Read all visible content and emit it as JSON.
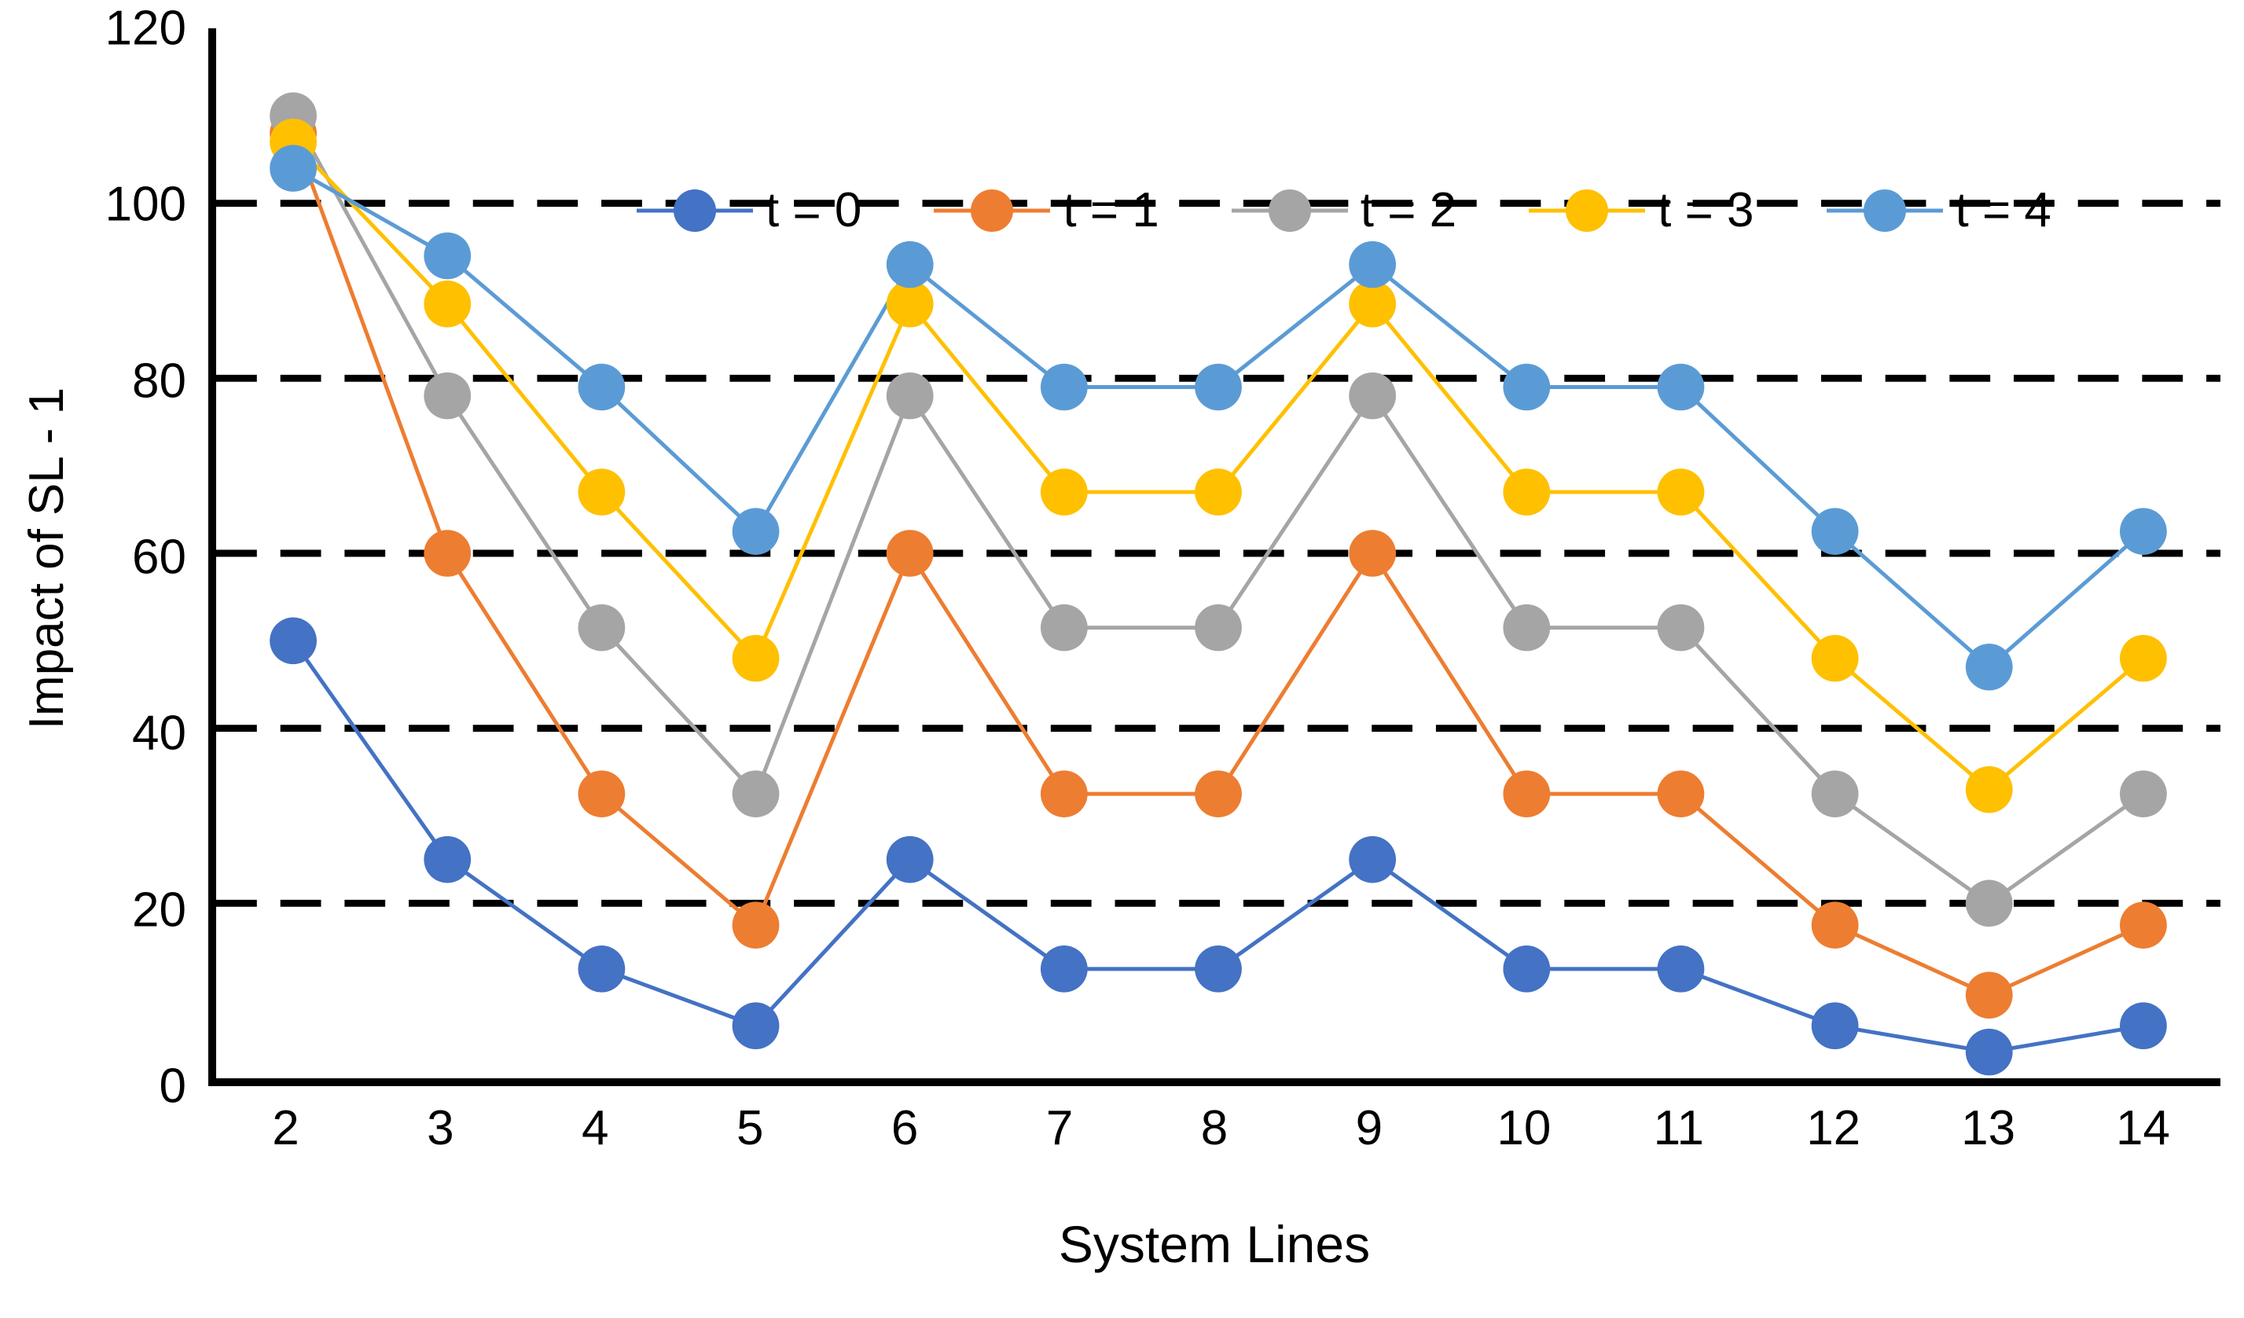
{
  "chart_data": {
    "type": "line",
    "title": "",
    "xlabel": "System Lines",
    "ylabel": "Impact of SL - 1",
    "x": [
      2,
      3,
      4,
      5,
      6,
      7,
      8,
      9,
      10,
      11,
      12,
      13,
      14
    ],
    "categories": [
      "2",
      "3",
      "4",
      "5",
      "6",
      "7",
      "8",
      "9",
      "10",
      "11",
      "12",
      "13",
      "14"
    ],
    "xlim": [
      2,
      14
    ],
    "ylim": [
      0,
      120
    ],
    "yticks": [
      0,
      20,
      40,
      60,
      80,
      100,
      120
    ],
    "ytick_labels": [
      "0",
      "20",
      "40",
      "60",
      "80",
      "100",
      "120"
    ],
    "grid": "horizontal-dashed-black",
    "legend_position": "top-center-inside",
    "series": [
      {
        "name": "t = 0",
        "color": "#4472C4",
        "marker": "circle",
        "values": [
          50,
          25,
          12.5,
          6,
          25,
          12.5,
          12.5,
          25,
          12.5,
          12.5,
          6,
          3,
          6
        ]
      },
      {
        "name": "t = 1",
        "color": "#ED7D31",
        "marker": "circle",
        "values": [
          108,
          60,
          32.5,
          17.5,
          60,
          32.5,
          32.5,
          60,
          32.5,
          32.5,
          17.5,
          9.5,
          17.5
        ]
      },
      {
        "name": "t = 2",
        "color": "#A5A5A5",
        "marker": "circle",
        "values": [
          110,
          78,
          51.5,
          32.5,
          78,
          51.5,
          51.5,
          78,
          51.5,
          51.5,
          32.5,
          20,
          32.5
        ]
      },
      {
        "name": "t = 3",
        "color": "#FFC000",
        "marker": "circle",
        "values": [
          107,
          88.5,
          67,
          48,
          88.5,
          67,
          67,
          88.5,
          67,
          67,
          48,
          33,
          48
        ]
      },
      {
        "name": "t = 4",
        "color": "#5B9BD5",
        "marker": "circle",
        "values": [
          104,
          94,
          79,
          62.5,
          93,
          79,
          79,
          93,
          79,
          79,
          62.5,
          47,
          62.5
        ]
      }
    ]
  },
  "axes": {
    "y_title": "Impact of SL - 1",
    "x_title": "System Lines"
  },
  "style": {
    "background": "#ffffff",
    "axis_color": "#000000",
    "gridline_color": "#000000",
    "text_color": "#000000"
  }
}
